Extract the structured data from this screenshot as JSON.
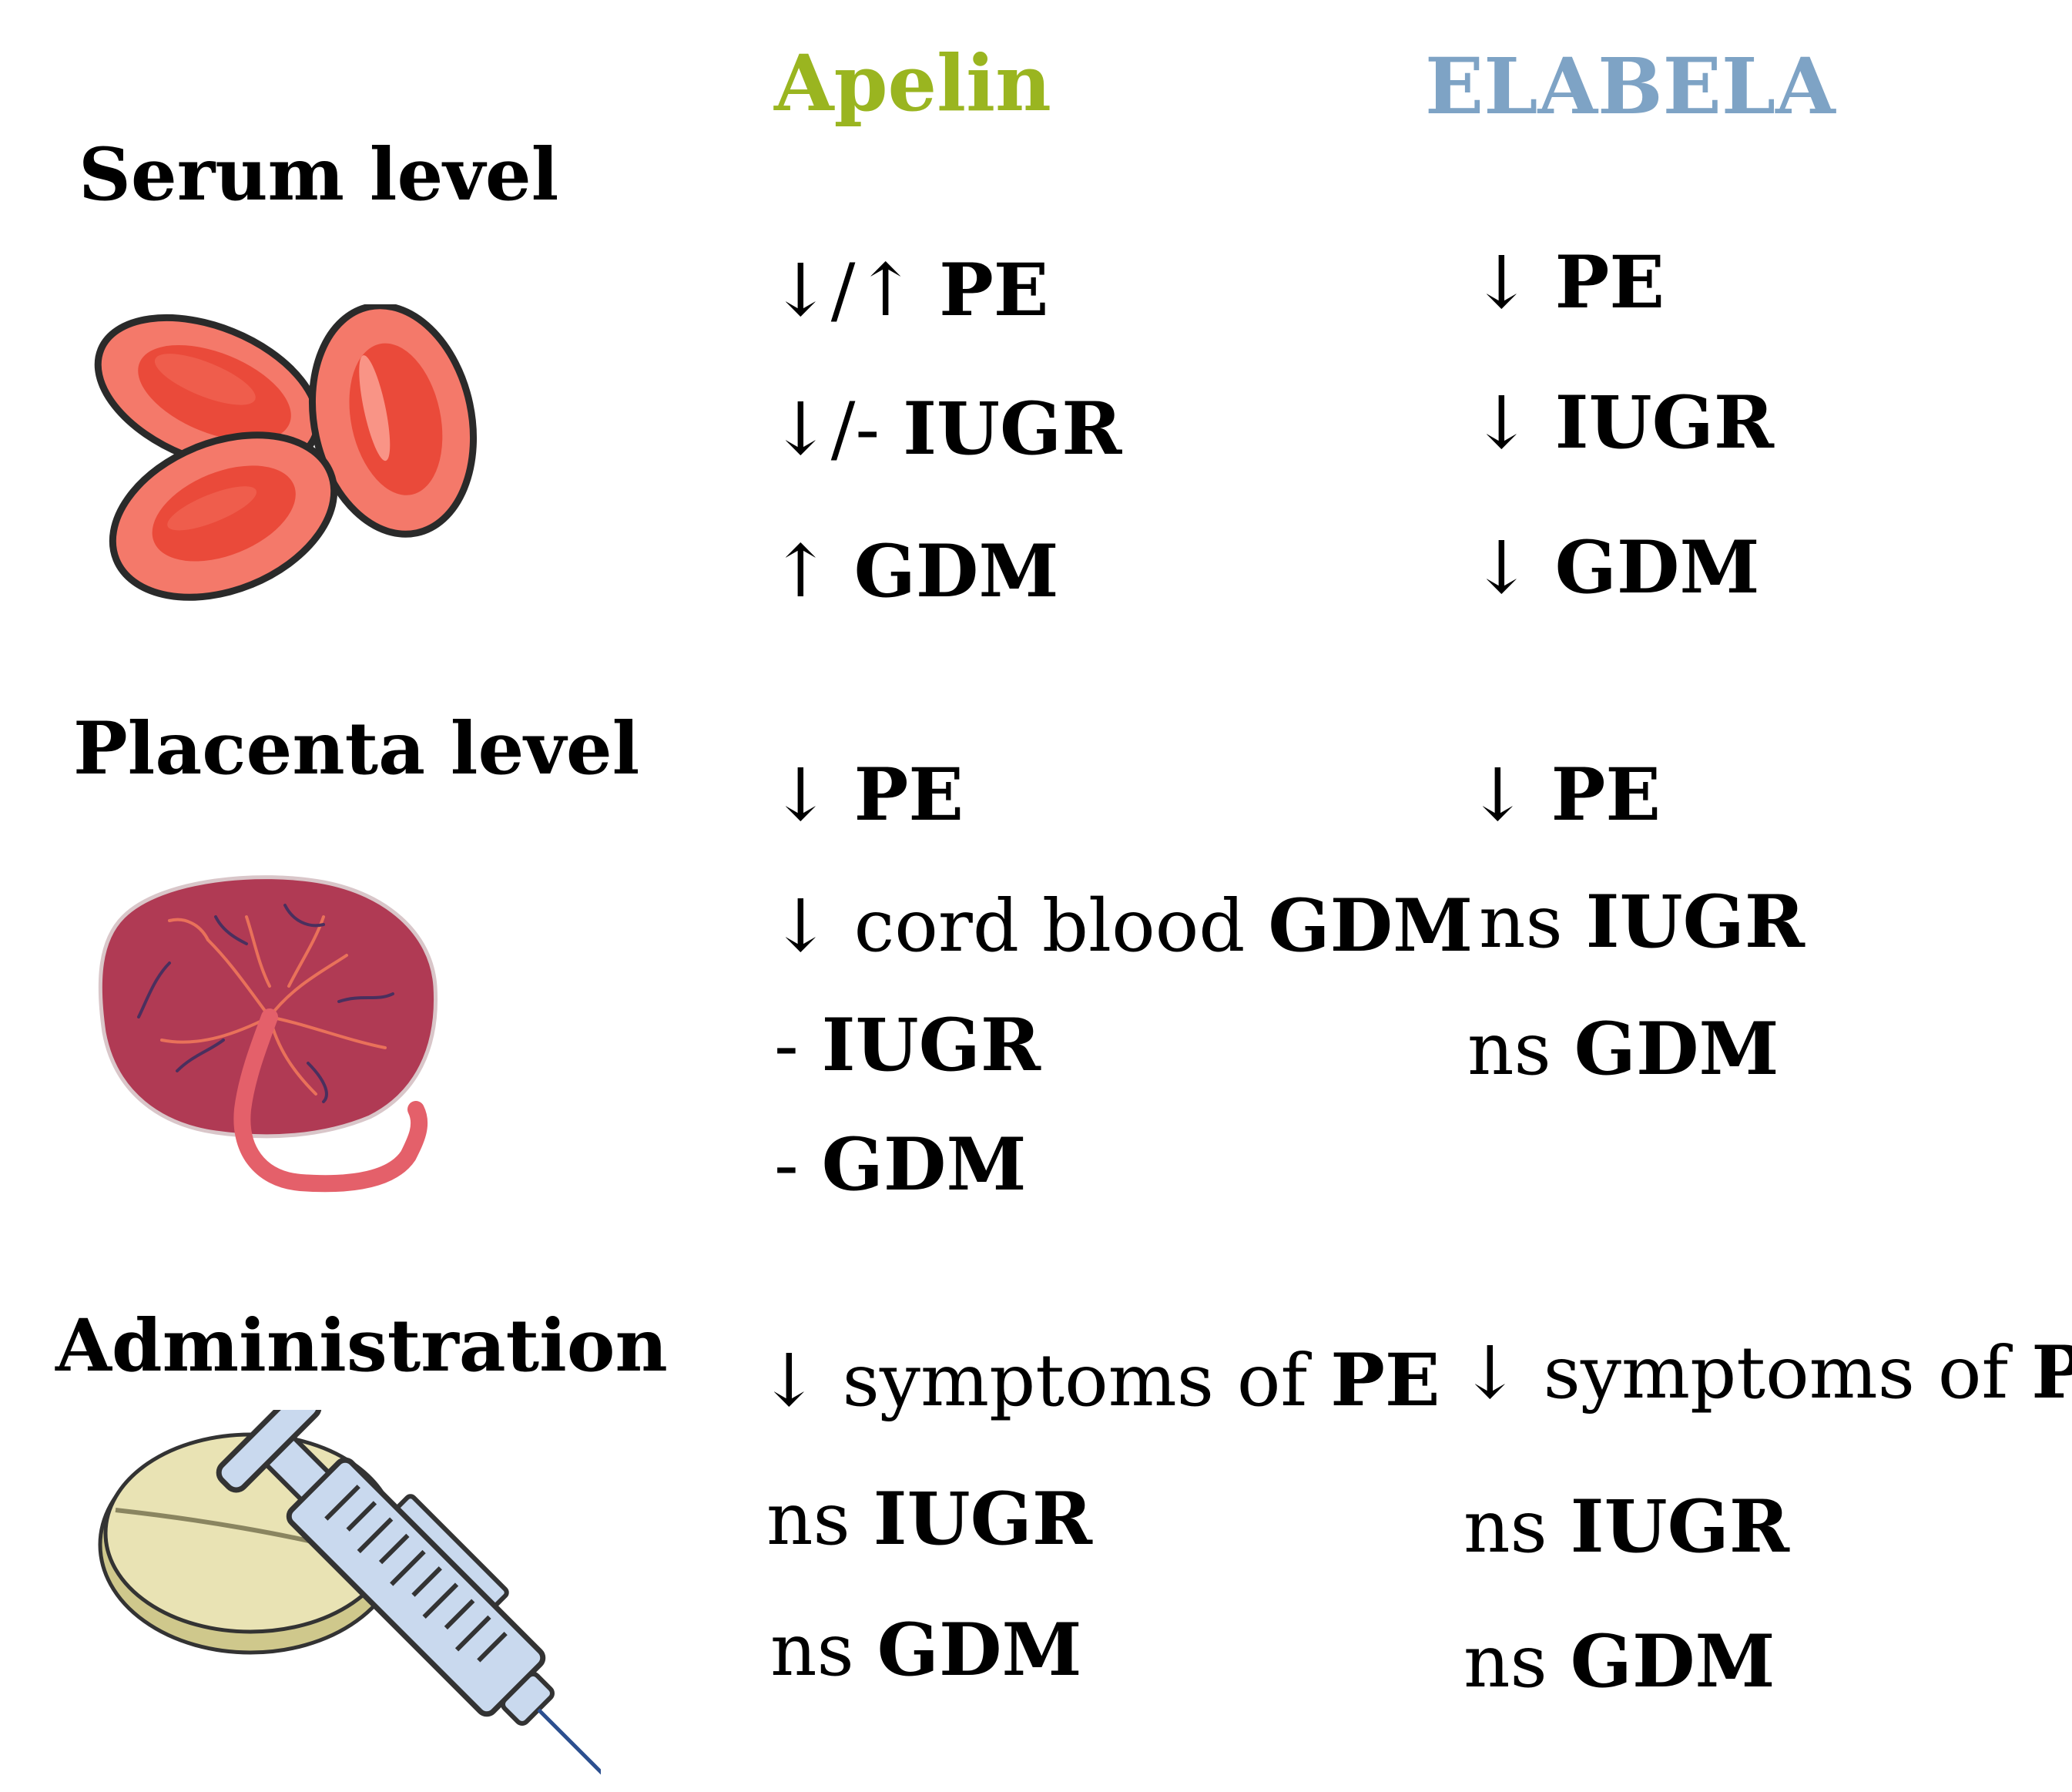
{
  "columns": {
    "apelin": "Apelin",
    "elabela": "ELABELA"
  },
  "colors": {
    "apelin": "#9ab520",
    "elabela": "#7ea3c5",
    "rbc_fill": "#f4796a",
    "rbc_center": "#ea4a3a",
    "placenta": "#b03a54",
    "cord": "#e4606a",
    "pill": "#e9e3b4",
    "syringe": "#c9d9ee"
  },
  "sections": {
    "serum": {
      "heading": "Serum level",
      "icon": "red-blood-cells-icon",
      "apelin": [
        {
          "pre": "↓/↑ ",
          "bold": "PE"
        },
        {
          "pre": "↓/- ",
          "bold": "IUGR"
        },
        {
          "pre": "↑ ",
          "bold": "GDM"
        }
      ],
      "elabela": [
        {
          "pre": "↓ ",
          "bold": "PE"
        },
        {
          "pre": "↓ ",
          "bold": "IUGR"
        },
        {
          "pre": "↓ ",
          "bold": "GDM"
        }
      ]
    },
    "placenta": {
      "heading": "Placenta level",
      "icon": "placenta-icon",
      "apelin": [
        {
          "pre": "↓ ",
          "bold": "PE"
        },
        {
          "pre": "↓ cord blood ",
          "bold": "GDM"
        },
        {
          "pre": "- ",
          "bold": "IUGR"
        },
        {
          "pre": "- ",
          "bold": "GDM"
        }
      ],
      "elabela": [
        {
          "pre": "↓ ",
          "bold": "PE"
        },
        {
          "pre": "ns ",
          "bold": "IUGR"
        },
        {
          "pre": "ns ",
          "bold": "GDM"
        }
      ]
    },
    "administration": {
      "heading": "Administration",
      "icon": "pill-and-syringe-icon",
      "apelin": [
        {
          "pre": "↓ symptoms of ",
          "bold": "PE"
        },
        {
          "pre": "ns ",
          "bold": "IUGR"
        },
        {
          "pre": "ns ",
          "bold": "GDM"
        }
      ],
      "elabela": [
        {
          "pre": "↓ symptoms of ",
          "bold": "PE"
        },
        {
          "pre": "ns ",
          "bold": "IUGR"
        },
        {
          "pre": "ns ",
          "bold": "GDM"
        }
      ]
    }
  }
}
